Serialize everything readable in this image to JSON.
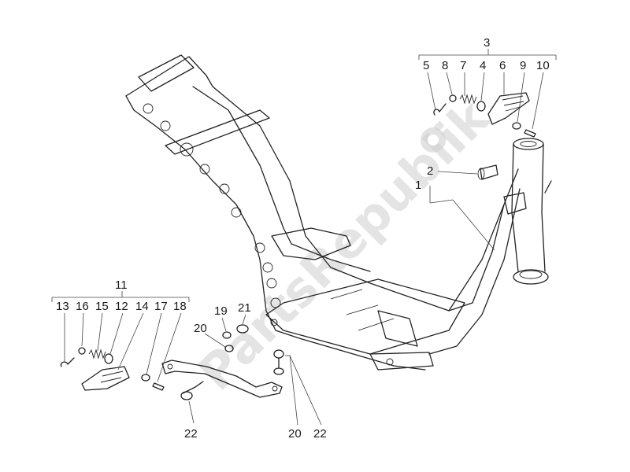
{
  "watermark": {
    "text": "PartsRepublik",
    "icon": "gear-icon"
  },
  "labels": {
    "l1": "1",
    "l2": "2",
    "l3": "3",
    "l4": "4",
    "l5": "5",
    "l6": "6",
    "l7": "7",
    "l8": "8",
    "l9": "9",
    "l10": "10",
    "l11": "11",
    "l12": "12",
    "l13": "13",
    "l14": "14",
    "l15": "15",
    "l16": "16",
    "l17": "17",
    "l18": "18",
    "l19": "19",
    "l20a": "20",
    "l20b": "20",
    "l21": "21",
    "l22a": "22",
    "l22b": "22"
  },
  "colors": {
    "line": "#222222",
    "watermark": "#cfcfcf"
  }
}
